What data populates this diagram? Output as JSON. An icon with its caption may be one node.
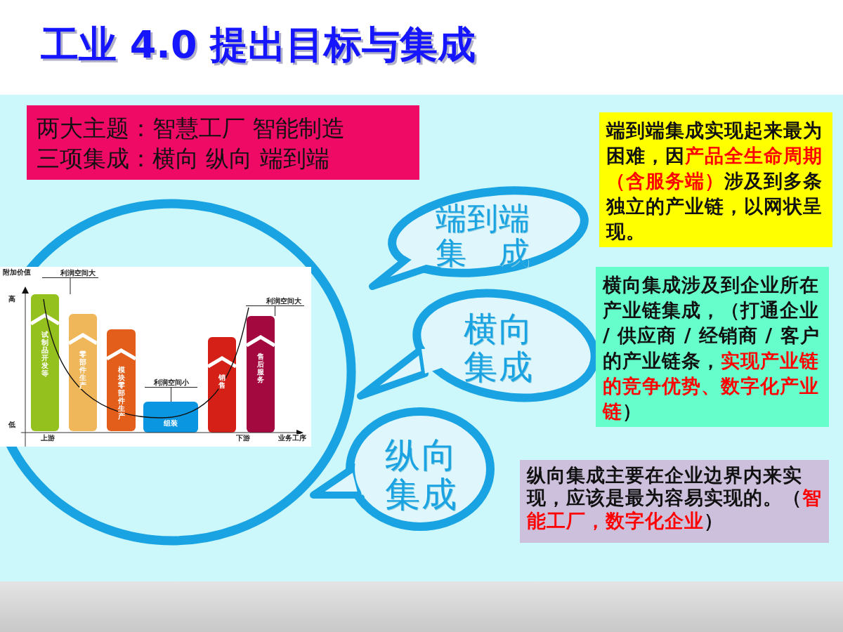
{
  "diagram": {
    "title": "工业 4.0 提出目标与集成",
    "nodes": [
      {
        "text": [
          "两大主题：智慧工厂 智能制造",
          "三项集成：横向 纵向 端到端"
        ]
      },
      {
        "text": [
          "端到端集成"
        ]
      },
      {
        "text": [
          "横向集成"
        ]
      },
      {
        "text": [
          "纵向集成"
        ]
      },
      {
        "text": [
          "端到端集成实现起来最为困难，因**产品全生命周期（含服务端）**涉及到多条独立的产业链，以网状呈现。"
        ]
      },
      {
        "text": [
          "横向集成涉及到企业所在产业链集成，（打通企业 / 供应商 / 经销商 / 客户的产业链条，**实现产业链的竞争优势、数字化产业链**）"
        ]
      },
      {
        "text": [
          "纵向集成主要在企业边界内来实现，应该是最为容易实现的。（**智能工厂，数字化企业**）"
        ]
      },
      {
        "text": [
          "试制品开发等"
        ]
      },
      {
        "text": [
          "零部件生产"
        ]
      },
      {
        "text": [
          "模块零部件生产"
        ]
      },
      {
        "text": [
          "组装"
        ]
      },
      {
        "text": [
          "销售"
        ]
      },
      {
        "text": [
          "售后服务"
        ]
      },
      {
        "text": [
          "利润空间大"
        ]
      },
      {
        "text": [
          "利润空间大"
        ]
      },
      {
        "text": [
          "利润空间小"
        ]
      }
    ],
    "edges": [
      {
        "from": 13,
        "to": 7,
        "arrow": "none"
      },
      {
        "from": 14,
        "to": 12,
        "arrow": "none"
      },
      {
        "from": 15,
        "to": 10,
        "arrow": "none"
      }
    ],
    "labels": [
      "附加价值",
      "高",
      "低",
      "上游",
      "下游",
      "业务工序"
    ]
  }
}
